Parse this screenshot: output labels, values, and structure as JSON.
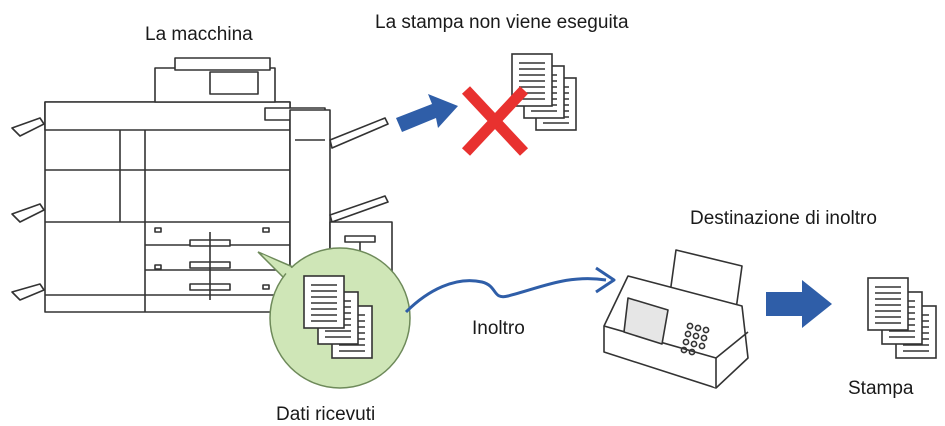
{
  "labels": {
    "machine": "La macchina",
    "no_print": "La stampa non viene eseguita",
    "forward_destination": "Destinazione di inoltro",
    "forward": "Inoltro",
    "received_data": "Dati ricevuti",
    "print": "Stampa"
  },
  "icons": {
    "machine": "multifunction-printer-icon",
    "blocked": "red-x-icon",
    "fax": "fax-machine-icon",
    "documents": "document-stack-icon",
    "arrow": "blue-arrow-icon"
  },
  "colors": {
    "arrow_blue": "#2f5ea8",
    "cross_red": "#e8312f",
    "bubble_green": "#cfe6b7",
    "bubble_stroke": "#6e8a5a",
    "line_gray": "#333333"
  }
}
